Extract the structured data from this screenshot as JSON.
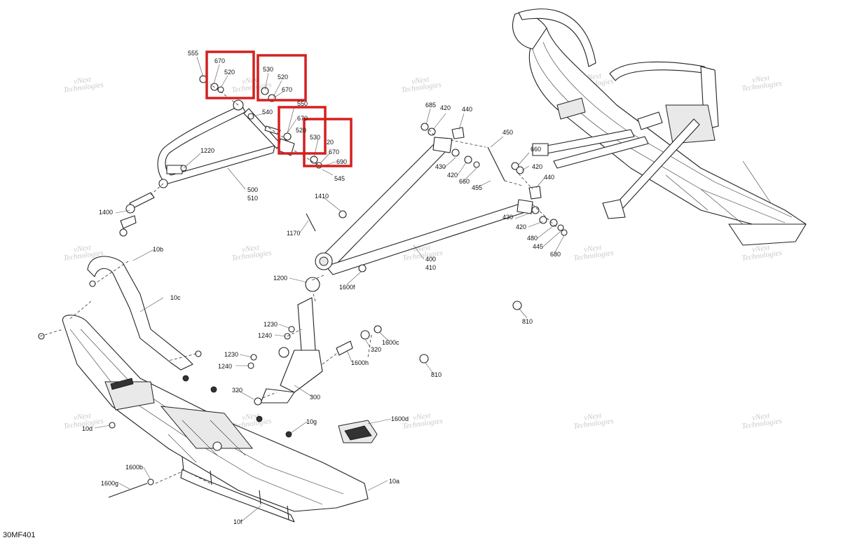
{
  "figure_code": "30MF401",
  "watermark": {
    "line1": "vNext",
    "line2": "Technologies"
  },
  "highlight_color": "#d42020",
  "labels": {
    "p555": "555",
    "p670a": "670",
    "p520a": "520",
    "p530a": "530",
    "p520b": "520",
    "p670b": "670",
    "p550": "550",
    "p540": "540",
    "p670c": "670",
    "p520c": "520",
    "p530b": "530",
    "p20": "20",
    "p670d": "670",
    "p690": "690",
    "p545": "545",
    "p1220": "1220",
    "p500": "500",
    "p510": "510",
    "p1400": "1400",
    "p685": "685",
    "p420a": "420",
    "p440a": "440",
    "p450": "450",
    "p660a": "660",
    "p420b": "420",
    "p430a": "430",
    "p420c": "420",
    "p660b": "660",
    "p455": "455",
    "p440b": "440",
    "p430b": "430",
    "p420d": "420",
    "p480": "480",
    "p445": "445",
    "p680": "680",
    "p1410": "1410",
    "p1170": "1170",
    "p400": "400",
    "p410": "410",
    "p1600f": "1600f",
    "p1200": "1200",
    "p10b": "10b",
    "p10c": "10c",
    "p1230a": "1230",
    "p1240a": "1240",
    "p1230b": "1230",
    "p1240b": "1240",
    "p320a": "320",
    "p1600c": "1600c",
    "p1600h": "1600h",
    "p320b": "320",
    "p300": "300",
    "p810a": "810",
    "p810b": "810",
    "p1600d": "1600d",
    "p10g": "10g",
    "p10d": "10d",
    "p1600b": "1600b",
    "p1600g": "1600g",
    "p10a": "10a",
    "p10f": "10f"
  }
}
